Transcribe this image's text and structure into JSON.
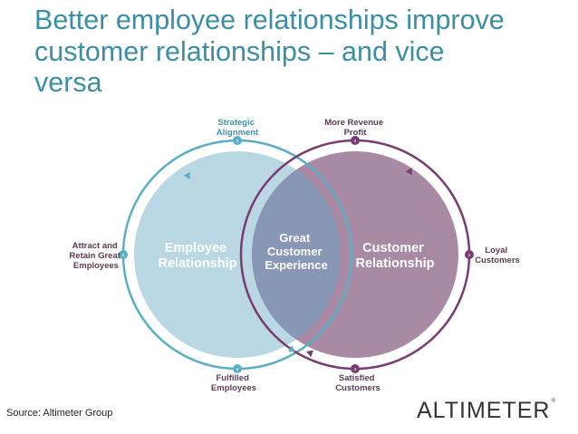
{
  "title": {
    "line1": "Better employee relationships improve",
    "line2": "customer relationships – and vice",
    "line3": "versa"
  },
  "diagram": {
    "colors": {
      "employee": "#5aaec5",
      "employee_fill": "#bad8e3",
      "customer": "#7a3b73",
      "customer_fill": "#a88aa5",
      "overlap_fill": "#8797b5",
      "label_dark": "#5a3c55",
      "label_teal": "#3f93ab"
    },
    "employee_circle": {
      "line1": "Employee",
      "line2": "Relationship"
    },
    "customer_circle": {
      "line1": "Customer",
      "line2": "Relationship"
    },
    "overlap": {
      "line1": "Great",
      "line2": "Customer",
      "line3": "Experience"
    },
    "labels": {
      "strategic": {
        "line1": "Strategic",
        "line2": "Alignment"
      },
      "revenue": {
        "line1": "More Revenue",
        "line2": "Profit"
      },
      "attract": {
        "line1": "Attract and",
        "line2": "Retain Great",
        "line3": "Employees"
      },
      "loyal": {
        "line1": "Loyal",
        "line2": "Customers"
      },
      "fulfilled": {
        "line1": "Fulfilled",
        "line2": "Employees"
      },
      "satisfied": {
        "line1": "Satisfied",
        "line2": "Customers"
      }
    }
  },
  "source": "Source: Altimeter Group",
  "logo": {
    "text": "ALTIMETER",
    "mark": "®"
  }
}
